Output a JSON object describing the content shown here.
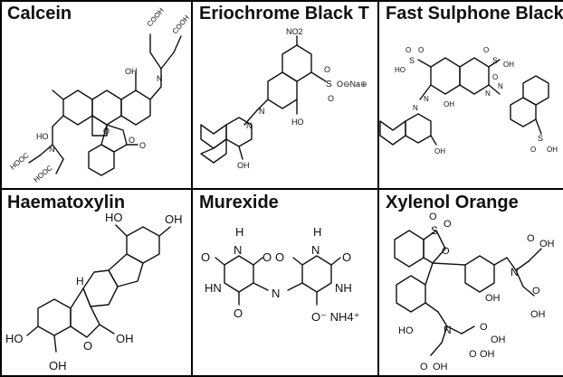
{
  "panels": [
    {
      "title": "Calcein",
      "labels": [
        "COOH",
        "COOH",
        "OH",
        "N",
        "O",
        "O",
        "O",
        "HO",
        "N",
        "HOOC",
        "HOOC"
      ]
    },
    {
      "title": "Eriochrome Black T",
      "labels": [
        "NO2",
        "N",
        "N",
        "S",
        "O",
        "O",
        "O⊖Na⊕",
        "OH",
        "HO"
      ]
    },
    {
      "title": "Fast Sulphone Black F",
      "labels": [
        "HO",
        "S",
        "O",
        "O",
        "O",
        "S",
        "O",
        "OH",
        "N",
        "N",
        "OH",
        "N",
        "N",
        "OH",
        "S",
        "O",
        "OH"
      ]
    },
    {
      "title": "Haematoxylin",
      "labels": [
        "HO",
        "OH",
        "H",
        "OH",
        "HO",
        "OH",
        "O"
      ]
    },
    {
      "title": "Murexide",
      "labels": [
        "H",
        "N",
        "O",
        "O",
        "O",
        "HN",
        "O",
        "N",
        "H",
        "N",
        "O",
        "NH",
        "O",
        "O⁻ NH4⁺"
      ]
    },
    {
      "title": "Xylenol Orange",
      "labels": [
        "S",
        "O",
        "O",
        "O",
        "O",
        "OH",
        "N",
        "OH",
        "O",
        "OH",
        "HO",
        "O",
        "OH",
        "N",
        "O",
        "OH",
        "O",
        "OH"
      ]
    }
  ]
}
